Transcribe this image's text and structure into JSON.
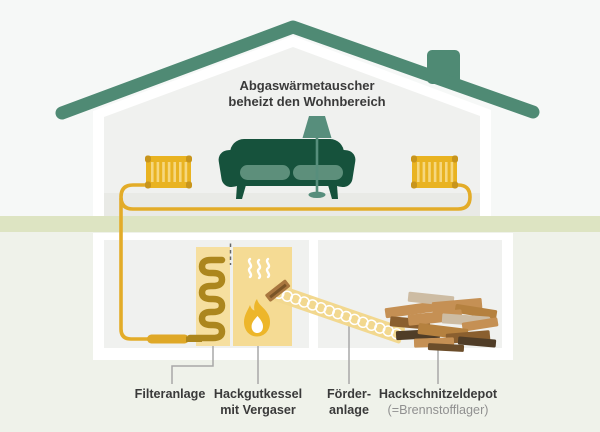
{
  "diagram": {
    "title_line1": "Abgaswärmetauscher",
    "title_line2": "beheizt den Wohnbereich",
    "labels": {
      "filter": "Filteranlage",
      "boiler_line1": "Hackgutkessel",
      "boiler_line2": "mit Vergaser",
      "conveyor_line1": "Förder-",
      "conveyor_line2": "anlage",
      "depot_line1": "Hackschnitzeldepot",
      "depot_line2": "(=Brennstofflager)"
    }
  },
  "colors": {
    "roof_green": "#4f8a74",
    "lamp_teal": "#578e7c",
    "sofa_green": "#16523c",
    "sofa_cushion": "#5d8f7b",
    "radiator_gold": "#e9b321",
    "radiator_nub": "#c8951c",
    "pipe_gold": "#e3ac28",
    "coil_gold_dark": "#ac861d",
    "boiler_cream": "#f5db94",
    "flame_gold": "#edb62a",
    "conveyor_yellow": "#f2d88f",
    "ground_green": "#dde4c2",
    "bg_top": "#f6f8f7",
    "bg_bottom": "#eff2ea",
    "interior_gray": "#f0f1ef",
    "label_text": "#3a3a3a",
    "label_subtext": "#909090",
    "leader_gray": "#a8a8a8"
  }
}
